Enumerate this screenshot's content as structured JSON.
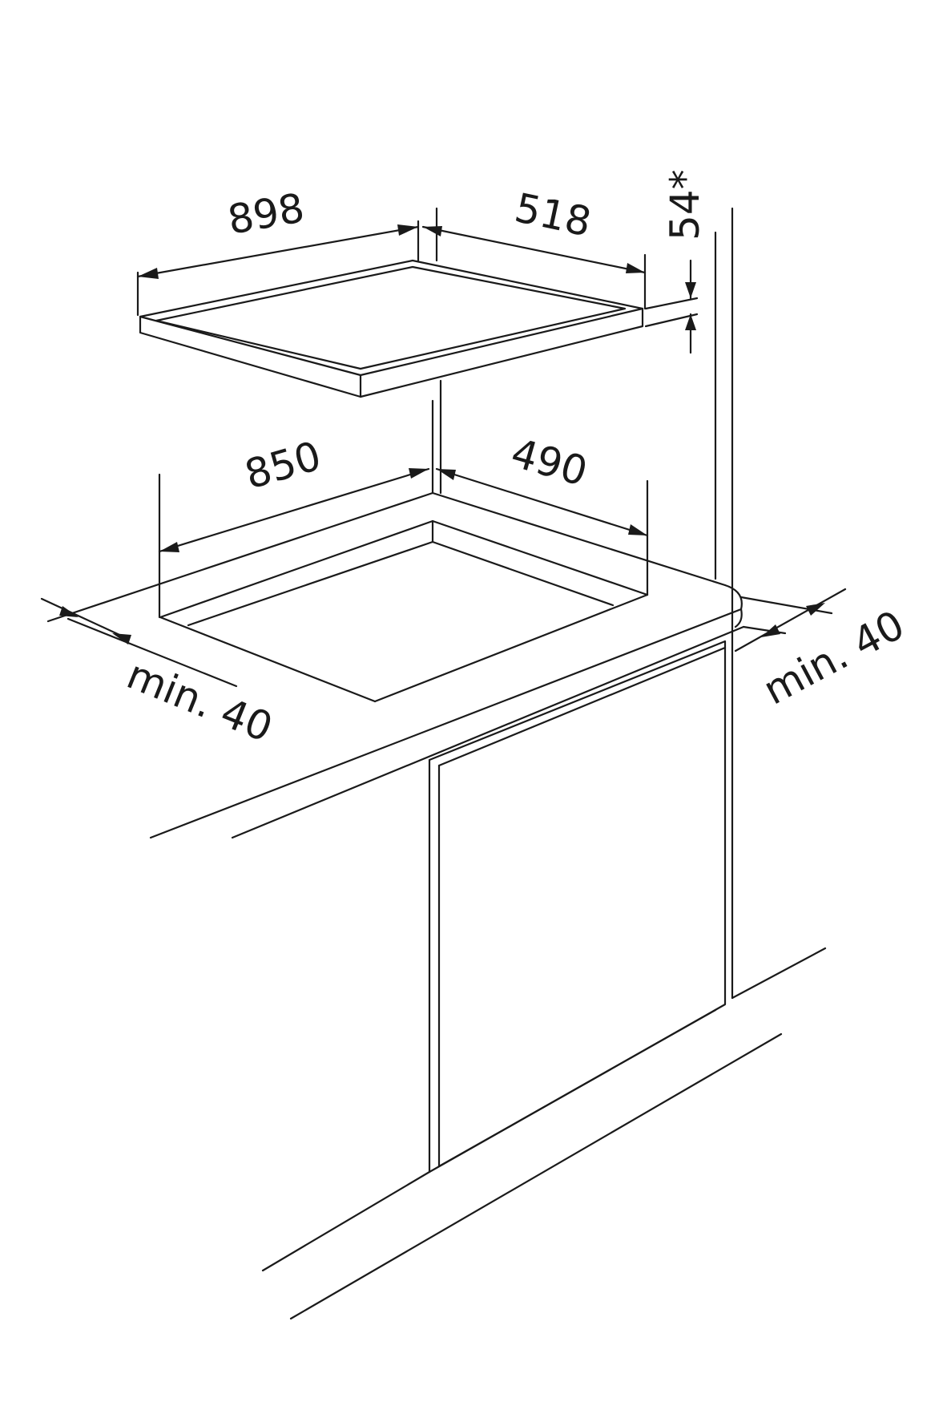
{
  "diagram": {
    "labels": {
      "hob_width": "898",
      "hob_depth": "518",
      "hob_height": "54*",
      "cutout_width": "850",
      "cutout_depth": "490",
      "clearance_left": "min. 40",
      "clearance_right": "min. 40"
    },
    "colors": {
      "line": "#1a1a1a",
      "background": "#ffffff"
    }
  }
}
